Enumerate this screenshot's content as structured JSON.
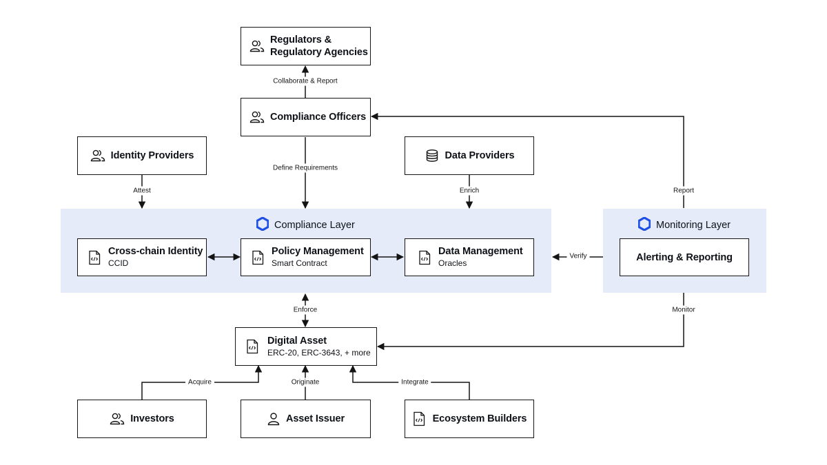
{
  "colors": {
    "panel": "#e6ebfa",
    "accent": "#1e50e6",
    "stroke": "#141414"
  },
  "nodes": {
    "regulators": {
      "line1": "Regulators &",
      "line2": "Regulatory Agencies",
      "icon": "users-icon"
    },
    "compliance_officers": {
      "label": "Compliance Officers",
      "icon": "users-icon"
    },
    "identity_providers": {
      "label": "Identity Providers",
      "icon": "users-icon"
    },
    "data_providers": {
      "label": "Data Providers",
      "icon": "database-icon"
    },
    "cross_chain_identity": {
      "title": "Cross-chain Identity",
      "subtitle": "CCID",
      "icon": "code-file-icon"
    },
    "policy_management": {
      "title": "Policy Management",
      "subtitle": "Smart Contract",
      "icon": "code-file-icon"
    },
    "data_management": {
      "title": "Data Management",
      "subtitle": "Oracles",
      "icon": "code-file-icon"
    },
    "alerting_reporting": {
      "label": "Alerting & Reporting"
    },
    "digital_asset": {
      "title": "Digital Asset",
      "subtitle": "ERC-20, ERC-3643, + more",
      "icon": "code-file-icon"
    },
    "investors": {
      "label": "Investors",
      "icon": "users-icon"
    },
    "asset_issuer": {
      "label": "Asset Issuer",
      "icon": "user-icon"
    },
    "ecosystem_builders": {
      "label": "Ecosystem Builders",
      "icon": "code-file-icon"
    }
  },
  "layers": {
    "compliance": {
      "title": "Compliance Layer",
      "icon": "hexagon-icon"
    },
    "monitoring": {
      "title": "Monitoring Layer",
      "icon": "hexagon-icon"
    }
  },
  "edges": {
    "collaborate_report": "Collaborate & Report",
    "define_requirements": "Define Requirements",
    "attest": "Attest",
    "enrich": "Enrich",
    "report": "Report",
    "verify": "Verify",
    "enforce": "Enforce",
    "monitor": "Monitor",
    "acquire": "Acquire",
    "originate": "Originate",
    "integrate": "Integrate"
  }
}
